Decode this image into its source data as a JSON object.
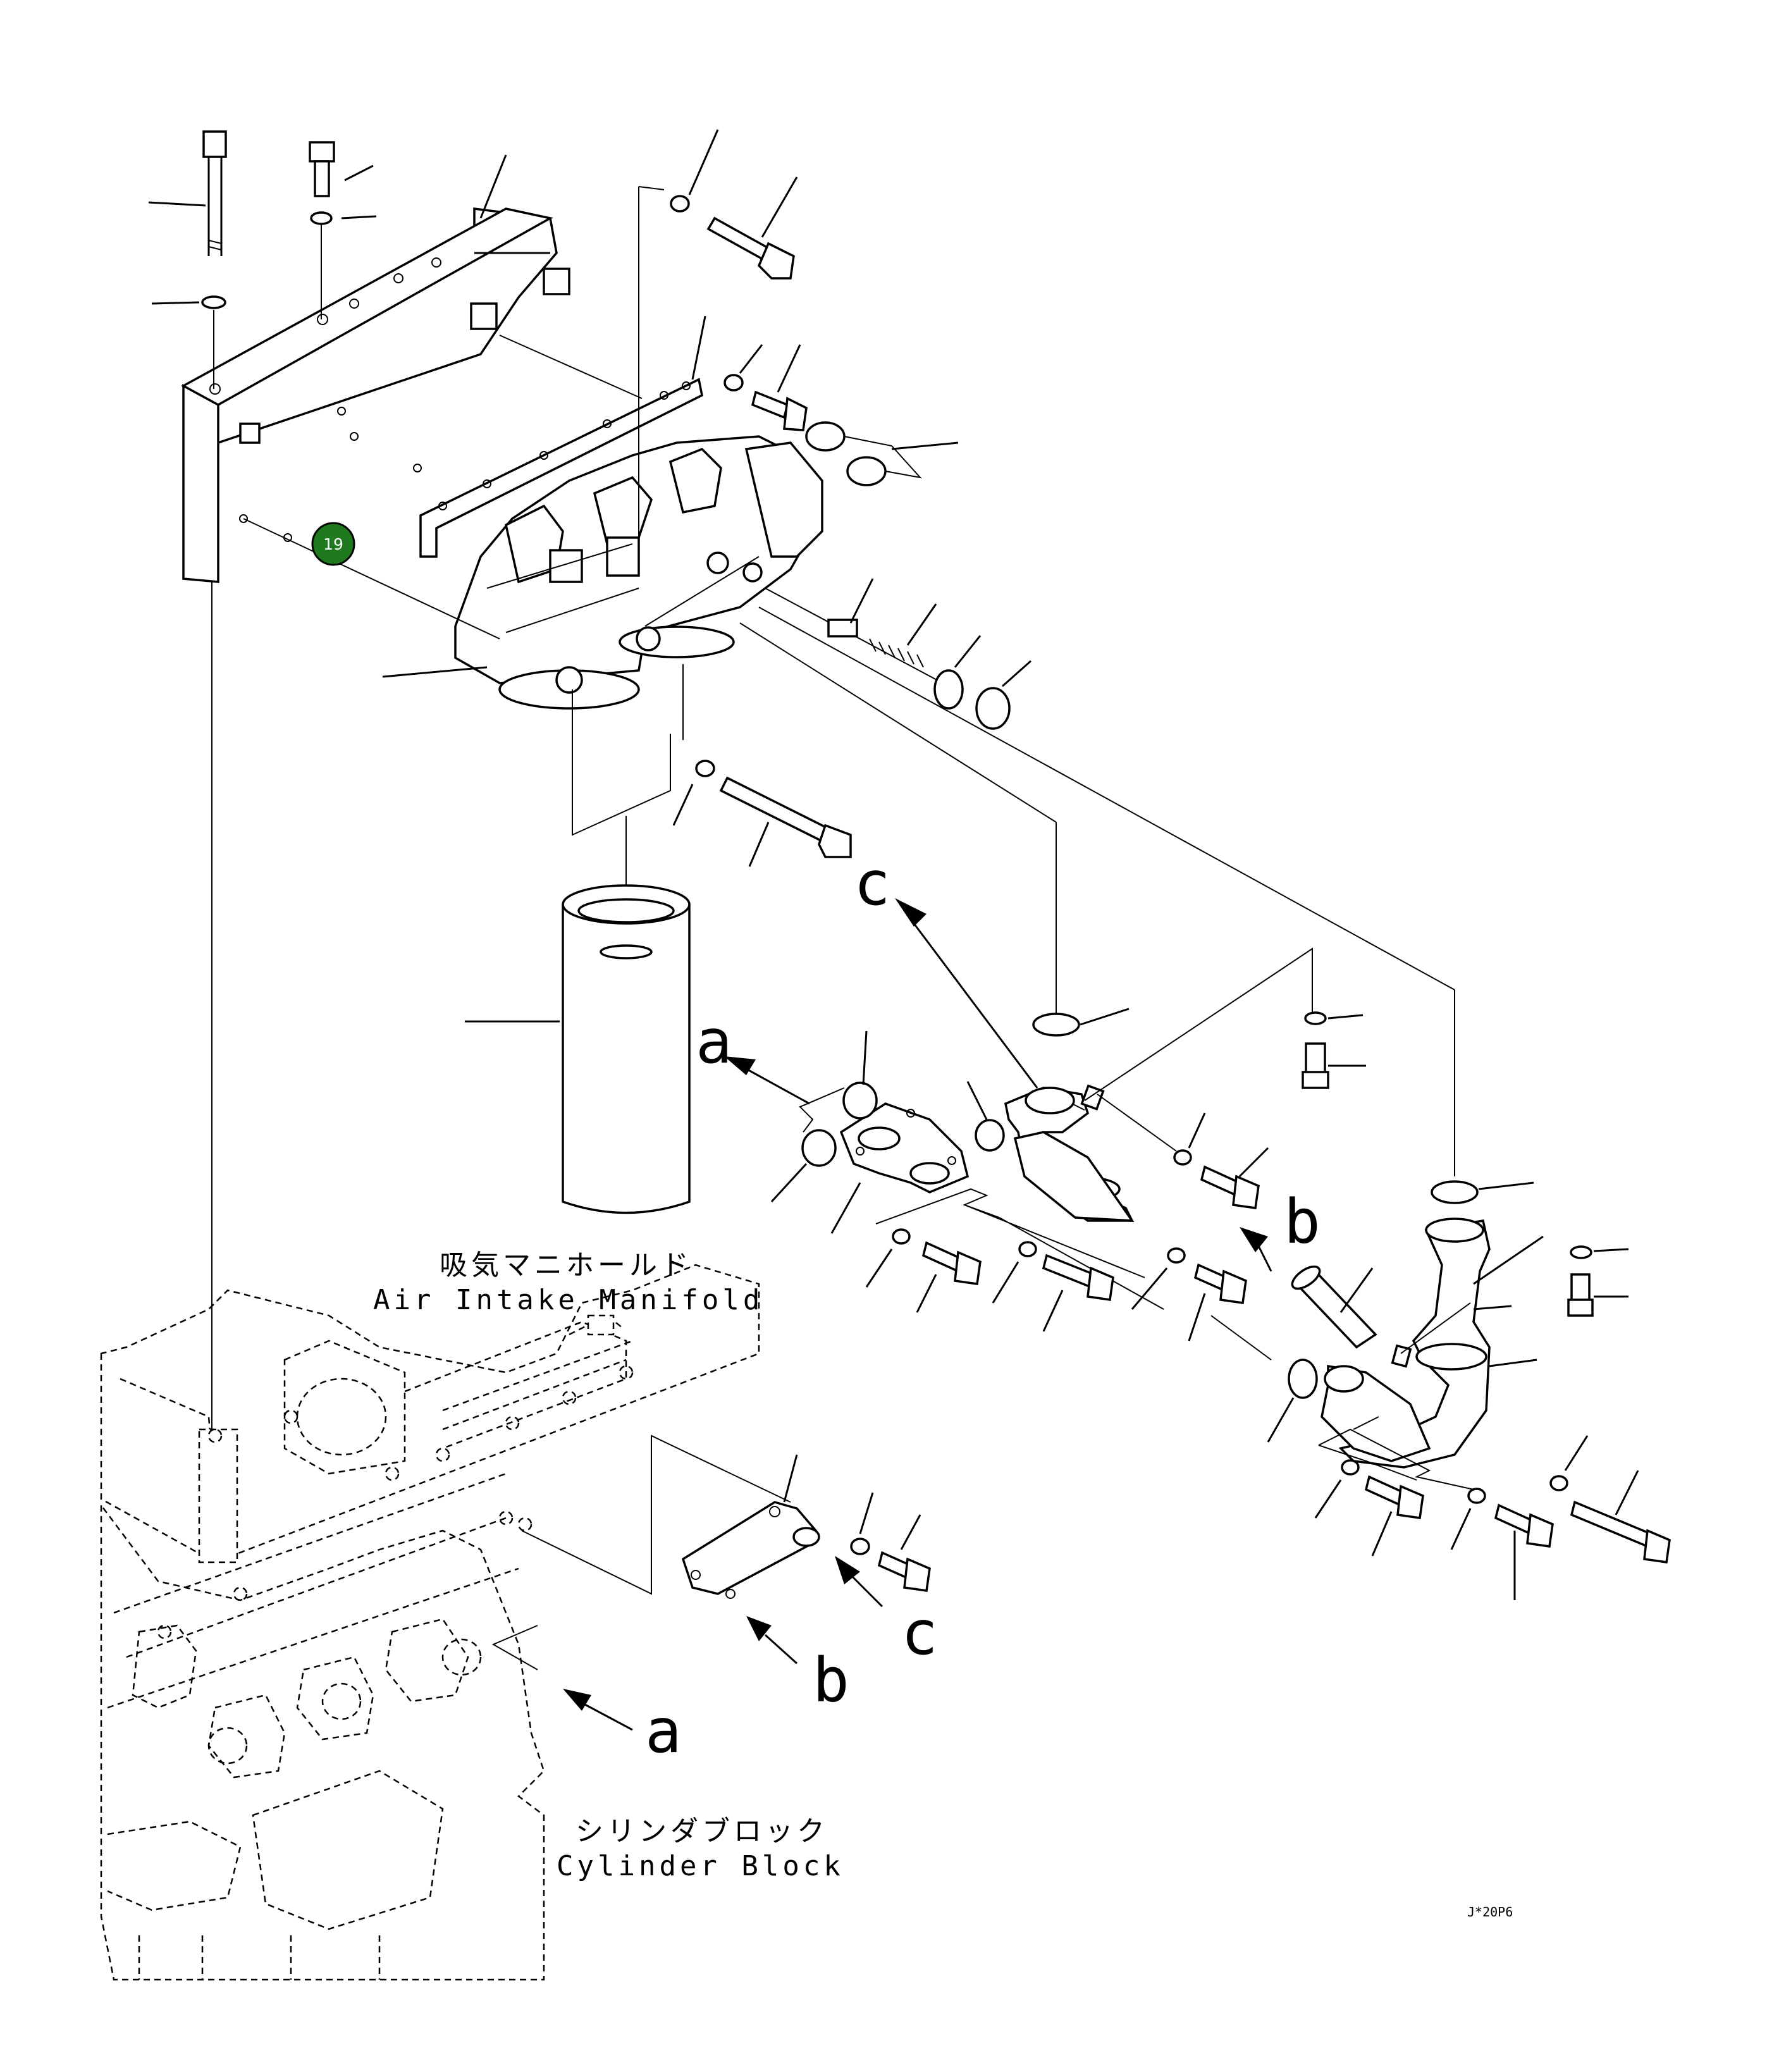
{
  "callout": {
    "number": "19",
    "color": "#1f7a1f"
  },
  "labels": {
    "intake_jp": "吸気マニホールド",
    "intake_en": "Air Intake Manifold",
    "block_jp": "シリンダブロック",
    "block_en": "Cylinder Block"
  },
  "refs": {
    "a": "a",
    "b": "b",
    "c": "c"
  },
  "drawing_code": "J*20P6"
}
